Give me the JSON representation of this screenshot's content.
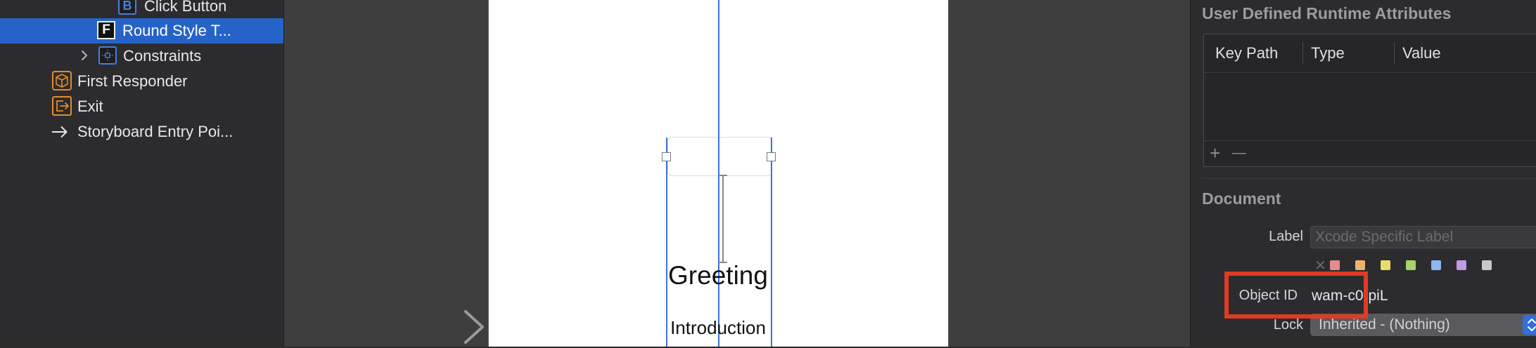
{
  "navigator": {
    "items": [
      {
        "label": "Click Button",
        "icon": "button-b-icon"
      },
      {
        "label": "Round Style T...",
        "icon": "textfield-f-icon"
      },
      {
        "label": "Constraints",
        "icon": "constraints-icon"
      },
      {
        "label": "First Responder",
        "icon": "first-responder-cube-icon"
      },
      {
        "label": "Exit",
        "icon": "exit-icon"
      },
      {
        "label": "Storyboard Entry Poi...",
        "icon": "arrow-right-icon"
      }
    ]
  },
  "canvas": {
    "greeting": "Greeting",
    "introduction": "Introduction"
  },
  "inspector": {
    "runtime_attributes": {
      "title": "User Defined Runtime Attributes",
      "columns": [
        "Key Path",
        "Type",
        "Value"
      ],
      "add_label": "+",
      "remove_label": "—"
    },
    "document": {
      "title": "Document",
      "label_field": {
        "label": "Label",
        "placeholder": "Xcode Specific Label"
      },
      "clear_label": "✕",
      "swatch_colors": [
        "#e88a8a",
        "#f0b070",
        "#ecdb6c",
        "#a6d36a",
        "#8cb8ef",
        "#c39ae6",
        "#c8c8cc"
      ],
      "object_id": {
        "label": "Object ID",
        "value": "wam-c0-piL"
      },
      "lock": {
        "label": "Lock",
        "value": "Inherited - (Nothing)"
      }
    },
    "highlight_color": "#e13a24"
  },
  "colors": {
    "selection": "#2563c9",
    "constraint_blue": "#3b73d8",
    "accent_orange": "#e58b2c"
  }
}
